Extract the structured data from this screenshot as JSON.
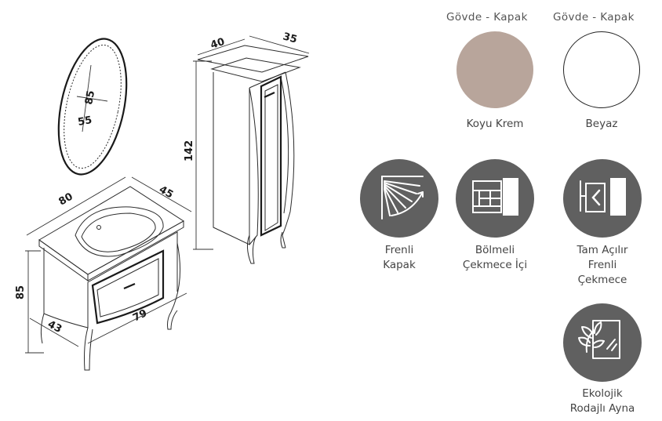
{
  "dimensions": {
    "mirror_height": "85",
    "mirror_width": "55",
    "cabinet_height": "142",
    "cabinet_width": "40",
    "cabinet_depth": "35",
    "vanity_width": "80",
    "vanity_depth": "45",
    "vanity_height": "85",
    "vanity_side": "43",
    "vanity_front": "79"
  },
  "swatches": [
    {
      "header": "Gövde - Kapak",
      "label": "Koyu Krem",
      "color": "#b8a59b"
    },
    {
      "header": "Gövde - Kapak",
      "label": "Beyaz",
      "color": "#ffffff"
    }
  ],
  "features": [
    {
      "icon": "soft-close-door-icon",
      "lines": [
        "Frenli",
        "Kapak"
      ]
    },
    {
      "icon": "compartment-drawer-icon",
      "lines": [
        "Bölmeli",
        "Çekmece İçi"
      ]
    },
    {
      "icon": "full-extension-drawer-icon",
      "lines": [
        "Tam Açılır",
        "Frenli",
        "Çekmece"
      ]
    },
    {
      "icon": "eco-mirror-icon",
      "lines": [
        "Ekolojik",
        "Rodajlı Ayna"
      ]
    }
  ],
  "colors": {
    "icon_bg": "#606060",
    "line": "#2b2b2b"
  }
}
